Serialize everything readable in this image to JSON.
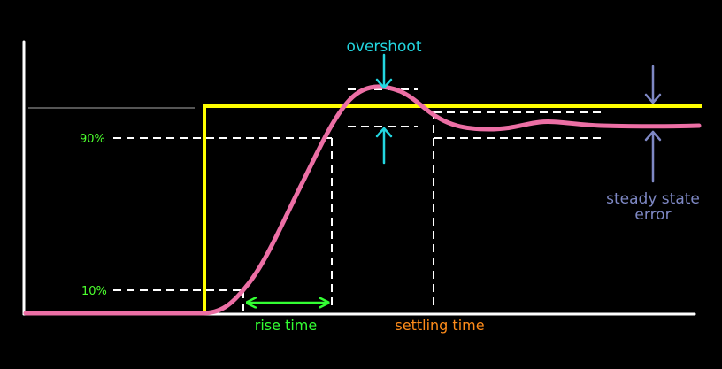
{
  "labels": {
    "overshoot": "overshoot",
    "pct90": "90%",
    "pct10": "10%",
    "rise_time": "rise time",
    "settling_time": "settling time",
    "steady_state_line1": "steady state",
    "steady_state_line2": "error"
  },
  "colors": {
    "background": "#000000",
    "axes": "#ffffff",
    "setpoint_step": "#ffff00",
    "response_curve": "#ec6fa5",
    "guides": "#ffffff",
    "previous_level": "#555555",
    "overshoot": "#23d6e0",
    "percent_labels": "#4cff2e",
    "rise_time": "#33ff33",
    "settling_time": "#ff8c1a",
    "steady_state_error": "#7e88c4"
  },
  "icons": {
    "overshoot_arrows": "arrow-down-up-pair",
    "rise_time_arrow": "double-headed-arrow",
    "steady_state_arrows": "arrow-down-up-pair"
  }
}
